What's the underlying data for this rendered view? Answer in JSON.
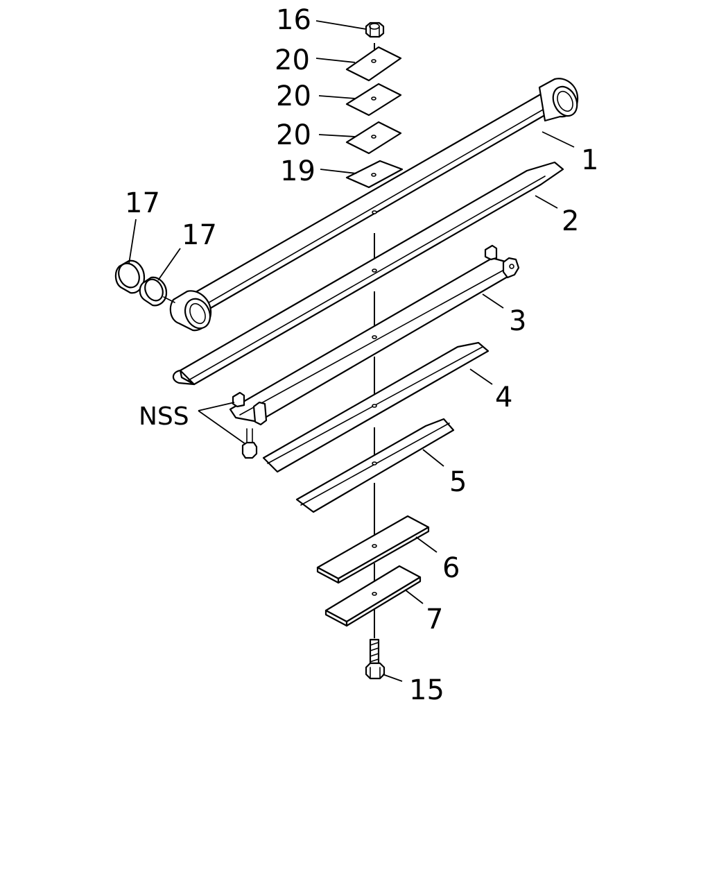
{
  "diagram": {
    "callouts": {
      "c16": "16",
      "c20a": "20",
      "c20b": "20",
      "c20c": "20",
      "c19": "19",
      "c1": "1",
      "c2": "2",
      "c17a": "17",
      "c17b": "17",
      "c3": "3",
      "c4": "4",
      "nss": "NSS",
      "c5": "5",
      "c6": "6",
      "c7": "7",
      "c15": "15"
    }
  }
}
